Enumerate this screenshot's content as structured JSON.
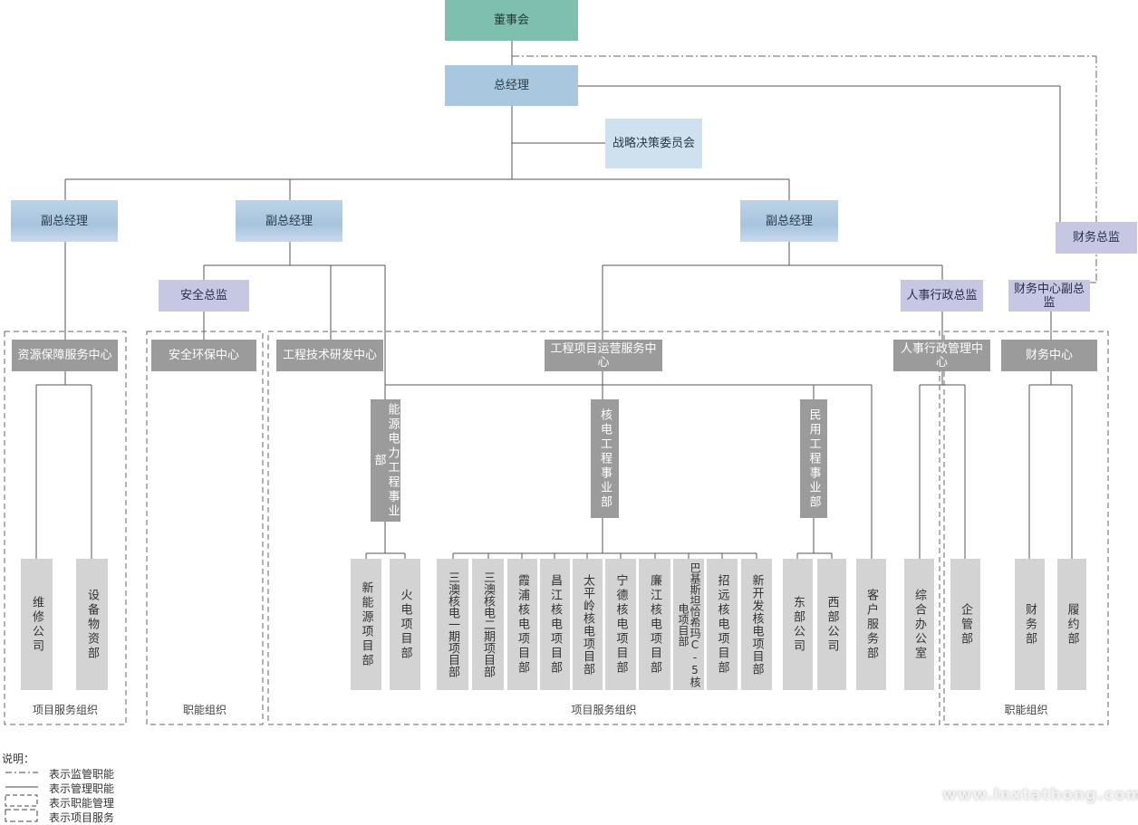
{
  "chart": {
    "board": "董事会",
    "general_manager": "总经理",
    "strategy_committee": "战略决策委员会",
    "vp_left": "副总经理",
    "vp_mid": "副总经理",
    "vp_right": "副总经理",
    "cfo": "财务总监",
    "safety_director": "安全总监",
    "hr_director": "人事行政总监",
    "finance_deputy": "财务中心副总监",
    "resource_center": "资源保障服务中心",
    "safety_center": "安全环保中心",
    "tech_center": "工程技术研发中心",
    "project_ops_center": "工程项目运营服务中心",
    "hr_center": "人事行政管理中心",
    "finance_center": "财务中心",
    "energy_div": "能源电力工程事业部",
    "nuclear_div": "核电工程事业部",
    "civil_div": "民用工程事业部"
  },
  "units": {
    "resource": [
      "维修公司",
      "设备物资部"
    ],
    "energy": [
      "新能源项目部",
      "火电项目部"
    ],
    "nuclear": [
      "三澳核电一期项目部",
      "三澳核电二期项目部",
      "霞浦核电项目部",
      "昌江核电项目部",
      "太平岭核电项目部",
      "宁德核电项目部",
      "廉江核电项目部",
      "巴基斯坦恰希玛C-5核电项目部",
      "招远核电项目部",
      "新开发核电项目部"
    ],
    "civil": [
      "东部公司",
      "西部公司"
    ],
    "customer": "客户服务部",
    "hr": [
      "综合办公室",
      "企管部"
    ],
    "finance": [
      "财务部",
      "履约部"
    ]
  },
  "regions": {
    "r1": "项目服务组织",
    "r2": "职能组织",
    "r3": "项目服务组织",
    "r4": "职能组织"
  },
  "legend": {
    "title": "说明：",
    "items": [
      "表示监管职能",
      "表示管理职能",
      "表示职能管理",
      "表示项目服务"
    ]
  },
  "watermark": "www.lnxtathong.com"
}
